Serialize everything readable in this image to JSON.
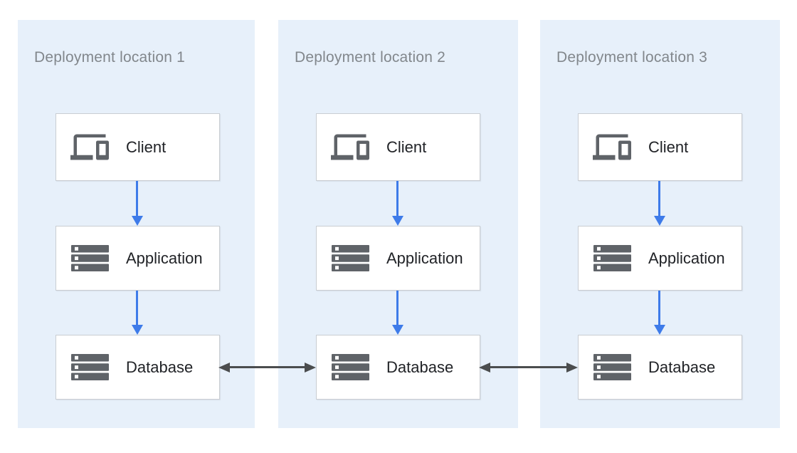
{
  "locations": [
    {
      "title": "Deployment location 1",
      "nodes": [
        {
          "label": "Client",
          "icon": "devices-icon"
        },
        {
          "label": "Application",
          "icon": "server-stack-icon"
        },
        {
          "label": "Database",
          "icon": "server-stack-icon"
        }
      ]
    },
    {
      "title": "Deployment location 2",
      "nodes": [
        {
          "label": "Client",
          "icon": "devices-icon"
        },
        {
          "label": "Application",
          "icon": "server-stack-icon"
        },
        {
          "label": "Database",
          "icon": "server-stack-icon"
        }
      ]
    },
    {
      "title": "Deployment location 3",
      "nodes": [
        {
          "label": "Client",
          "icon": "devices-icon"
        },
        {
          "label": "Application",
          "icon": "server-stack-icon"
        },
        {
          "label": "Database",
          "icon": "server-stack-icon"
        }
      ]
    }
  ],
  "edges": [
    {
      "from": "client",
      "to": "application",
      "scope": "within-each-location",
      "type": "directed-down",
      "color": "#3E7BE9"
    },
    {
      "from": "application",
      "to": "database",
      "scope": "within-each-location",
      "type": "directed-down",
      "color": "#3E7BE9"
    },
    {
      "from": "database-location-1",
      "to": "database-location-2",
      "type": "bidirectional",
      "color": "#4B4D4E"
    },
    {
      "from": "database-location-2",
      "to": "database-location-3",
      "type": "bidirectional",
      "color": "#4B4D4E"
    }
  ],
  "colors": {
    "panel_background": "#E7F0FA",
    "page_background": "#FFFFFF",
    "node_background": "#FFFFFF",
    "node_border": "#C9CDD2",
    "flow_arrow_blue": "#3E7BE9",
    "sync_arrow_gray": "#4B4D4E",
    "icon_gray": "#5F6368",
    "title_gray": "#82878C",
    "label_dark": "#212327"
  }
}
